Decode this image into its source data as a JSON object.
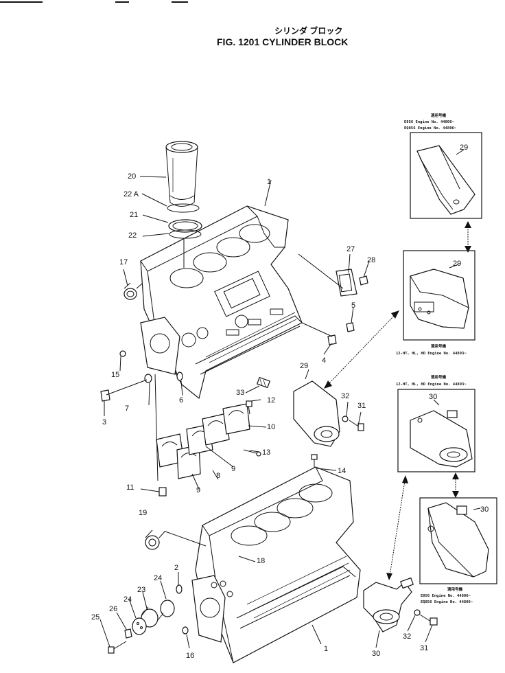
{
  "title": {
    "japanese": "シリンダ ブロック",
    "main": "FIG. 1201 CYLINDER BLOCK"
  },
  "callouts": [
    "1",
    "2",
    "3",
    "4",
    "5",
    "6",
    "7",
    "8",
    "9",
    "10",
    "11",
    "12",
    "13",
    "14",
    "15",
    "16",
    "17",
    "18",
    "19",
    "20",
    "21",
    "22",
    "22 A",
    "23",
    "24",
    "25",
    "26",
    "27",
    "28",
    "29",
    "30",
    "31",
    "32",
    "33"
  ],
  "applicability_notes": {
    "box_29_top": [
      "適用号機",
      "E856  Engine No. 44806~",
      "EQ856 Engine No. 44806~"
    ],
    "box_29_bottom": [
      "適用号機",
      "12-HT, HL, HD Engine No. 44893~"
    ],
    "box_30_top": [
      "適用号機",
      "12-HT, HL, HD Engine No. 44893~"
    ],
    "box_30_bottom": [
      "適用号機",
      "E856  Engine No. 44806~",
      "EQ856 Engine No. 44806~"
    ]
  }
}
